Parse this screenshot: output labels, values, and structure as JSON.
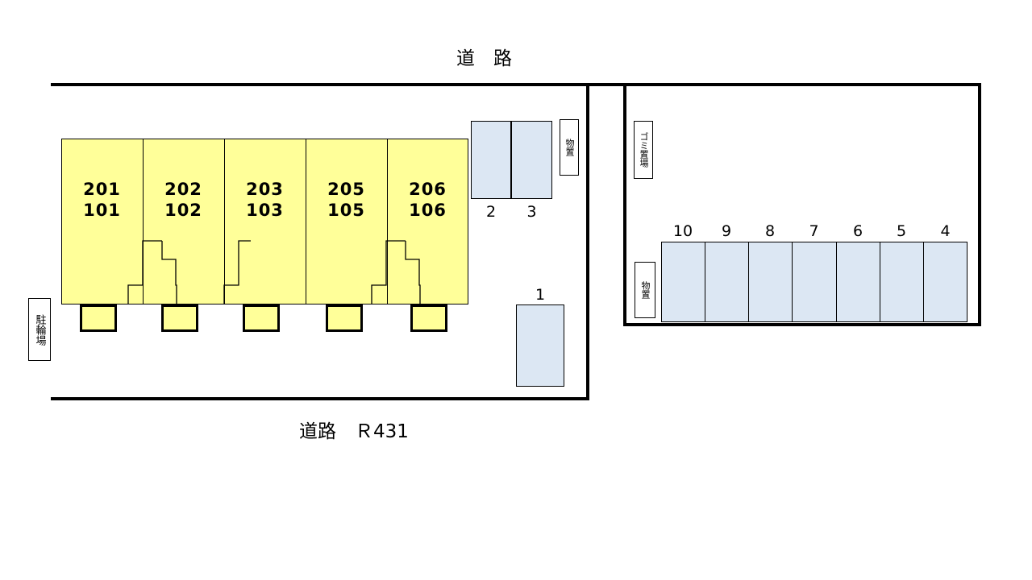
{
  "roads": {
    "top_label": "道　路",
    "bottom_label": "道路　Ｒ431"
  },
  "building": {
    "units": [
      {
        "upper": "201",
        "lower": "101"
      },
      {
        "upper": "202",
        "lower": "102"
      },
      {
        "upper": "203",
        "lower": "103"
      },
      {
        "upper": "205",
        "lower": "105"
      },
      {
        "upper": "206",
        "lower": "106"
      }
    ]
  },
  "left_parcel": {
    "parking_stalls": [
      {
        "number": "2"
      },
      {
        "number": "3"
      },
      {
        "number": "1"
      }
    ],
    "storage_label": "物置",
    "bicycle_parking_label": "駐輪場"
  },
  "right_parcel": {
    "parking_stalls": [
      {
        "number": "10"
      },
      {
        "number": "9"
      },
      {
        "number": "8"
      },
      {
        "number": "7"
      },
      {
        "number": "6"
      },
      {
        "number": "5"
      },
      {
        "number": "4"
      }
    ],
    "trash_label": "ゴミ置場",
    "storage_label": "物置"
  },
  "colors": {
    "building_fill": "#ffff99",
    "parking_fill": "#dce7f3",
    "line": "#000000",
    "background": "#ffffff"
  }
}
